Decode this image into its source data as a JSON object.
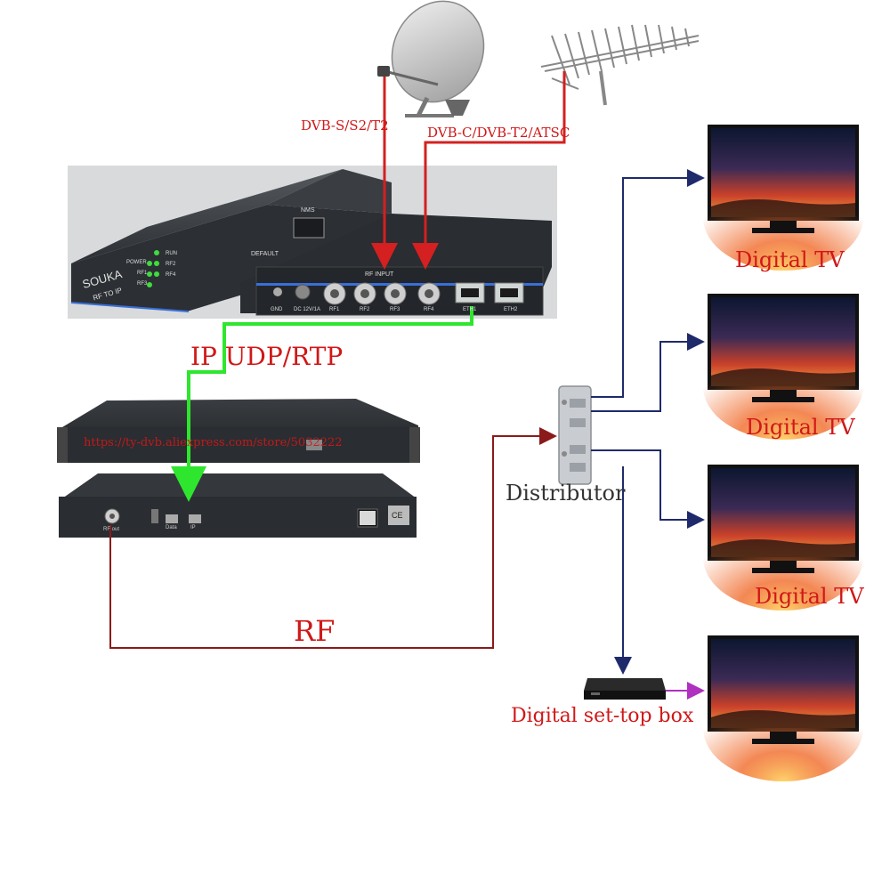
{
  "signals": {
    "satellite": "DVB-S/S2/T2",
    "terrestrial": "DVB-C/DVB-T2/ATSC",
    "ip": "IP  UDP/RTP",
    "rf": "RF"
  },
  "encoder": {
    "brand": "SOUKA",
    "model": "RF TO IP",
    "led_labels": [
      "POWER",
      "RUN",
      "RF1",
      "RF2",
      "RF3",
      "RF4"
    ],
    "nms_label": "NMS",
    "default_label": "DEFAULT",
    "rf_input_label": "RF INPUT",
    "port_labels": [
      "GND",
      "DC 12V/1A",
      "RF1",
      "RF2",
      "RF3",
      "RF4",
      "ETH1",
      "ETH2"
    ]
  },
  "rack": {
    "watermark": "https://ty-dvb.aliexpress.com/store/5032222",
    "rf_port_label": "RF out",
    "data_port_label": "Data",
    "ip_port_label": "IP",
    "power_label": "CE"
  },
  "distributor": {
    "label": "Distributor"
  },
  "tvs": [
    {
      "label": "Digital TV"
    },
    {
      "label": "Digital TV"
    },
    {
      "label": "Digital TV"
    }
  ],
  "stb": {
    "label": "Digital set-top box"
  },
  "colors": {
    "satellite_line": "#d42020",
    "terrestrial_line": "#d42020",
    "ip_line": "#2ee62e",
    "rf_line": "#8b1a1a",
    "distribution_line": "#1f2a6b",
    "stb_tv_line": "#b030c0",
    "label_red": "#d01818",
    "label_dark": "#333333"
  }
}
